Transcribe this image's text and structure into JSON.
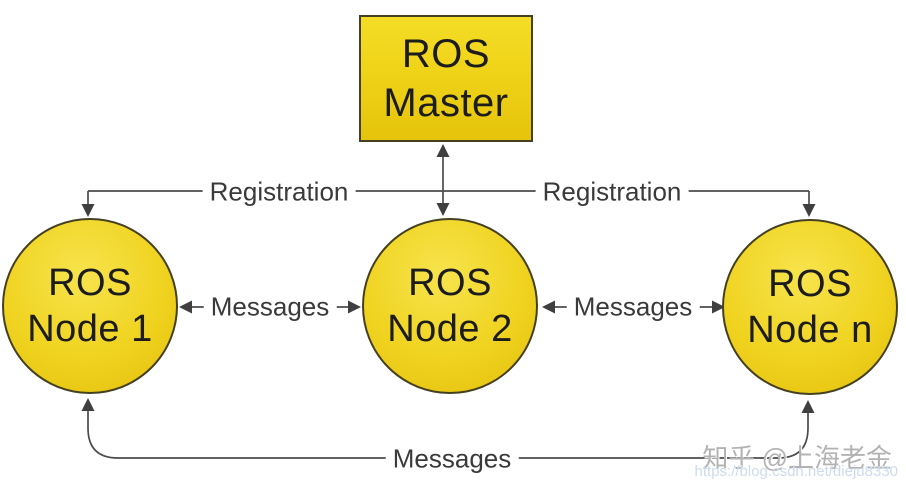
{
  "diagram": {
    "title_semantic": "ROS Master / Nodes communication diagram",
    "master": {
      "line1": "ROS",
      "line2": "Master"
    },
    "nodes": [
      {
        "line1": "ROS",
        "line2": "Node 1"
      },
      {
        "line1": "ROS",
        "line2": "Node 2"
      },
      {
        "line1": "ROS",
        "line2": "Node n"
      }
    ],
    "labels": {
      "registration_left": "Registration",
      "registration_right": "Registration",
      "messages_left": "Messages",
      "messages_right": "Messages",
      "messages_bottom": "Messages"
    },
    "colors": {
      "shape_fill_yellow": "#f0d320",
      "shape_fill_light": "#f7e44d",
      "shape_fill_dark": "#e2bf0b",
      "shape_border": "#45401f",
      "connector_line": "#4c4c4c",
      "arrowhead": "#3f3f3f",
      "node_text": "#1c1c1c",
      "label_text": "#3a3a3a",
      "background": "#ffffff"
    }
  },
  "watermark": {
    "author": "知乎 @上海老金",
    "url": "https://blog.csdn.net/dieju8330"
  }
}
